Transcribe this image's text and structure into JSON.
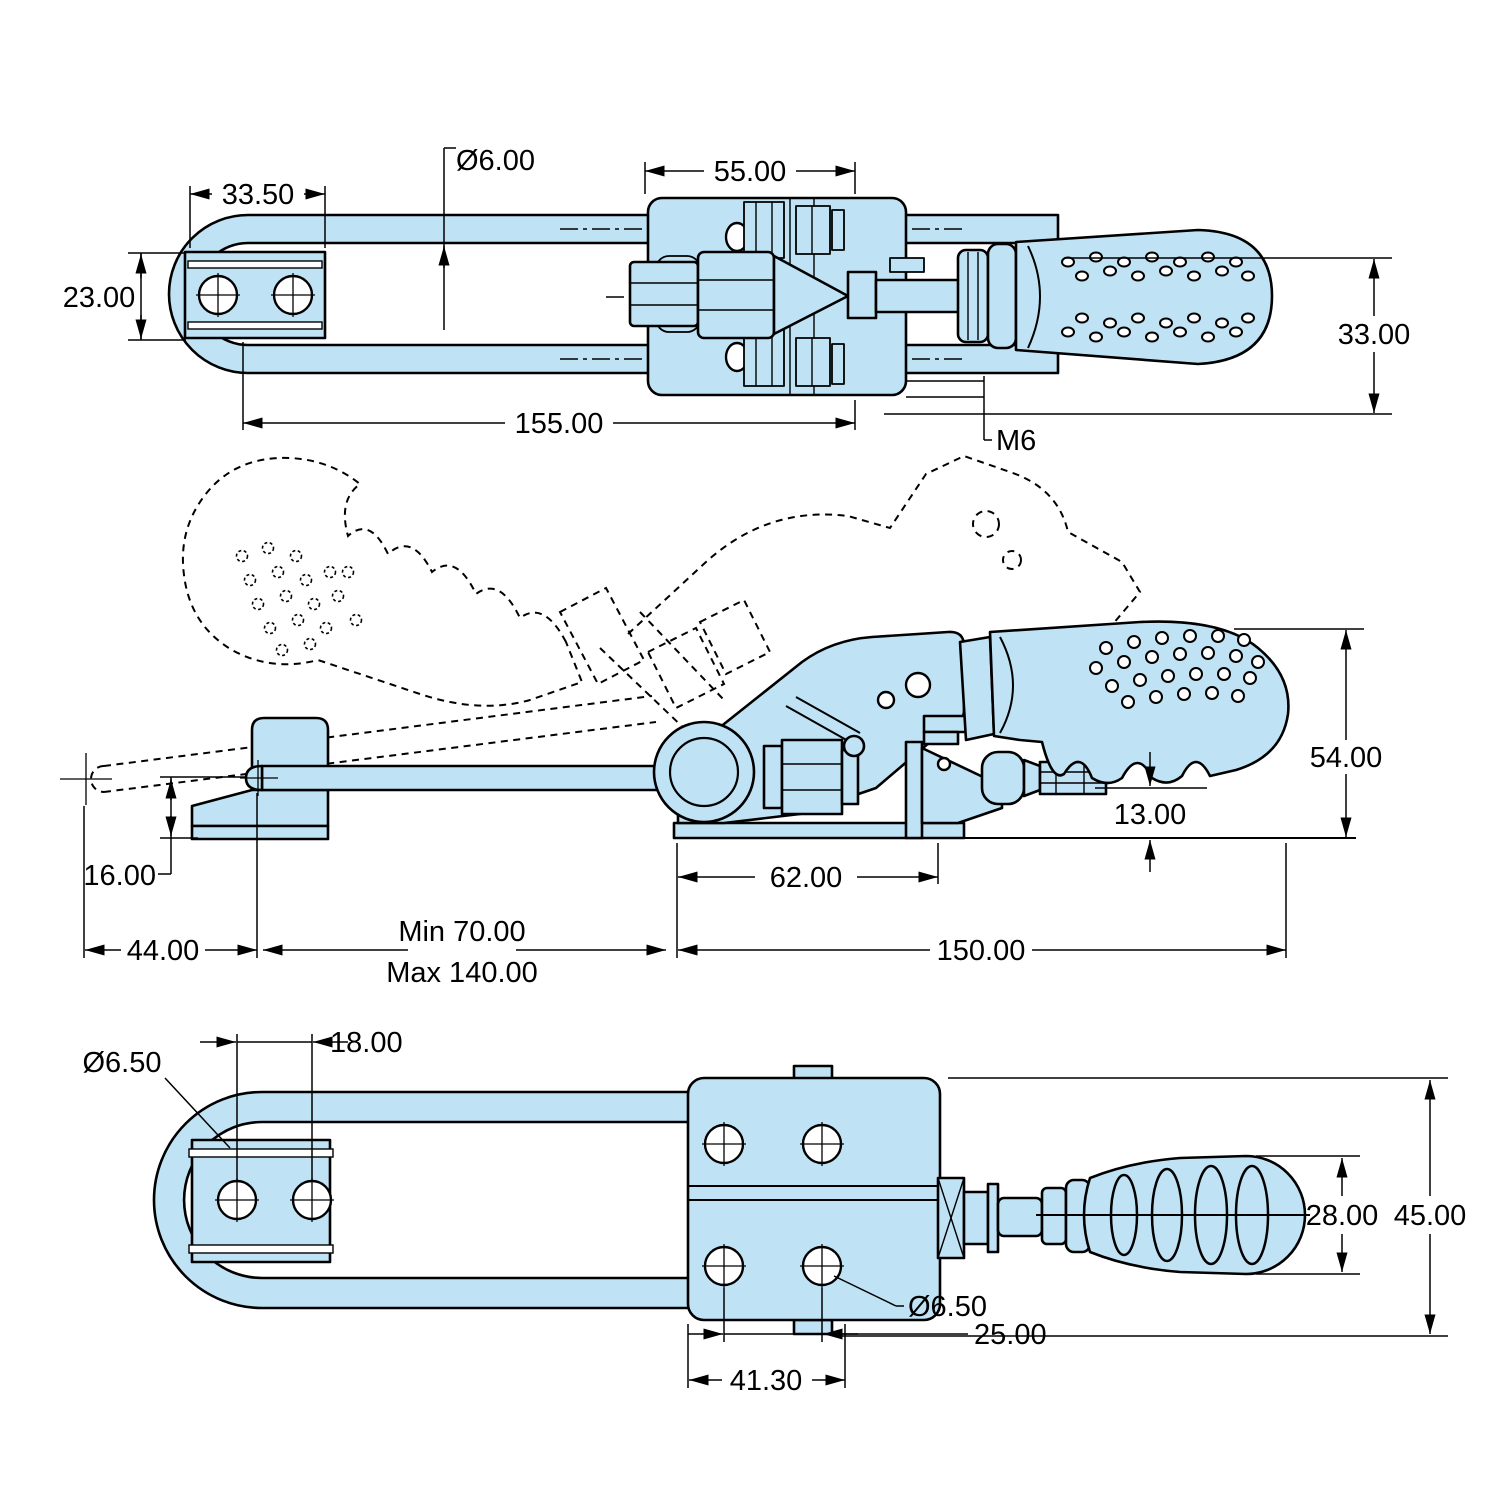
{
  "colors": {
    "part_fill": "#bfe3f5",
    "line": "#000000",
    "background": "#ffffff"
  },
  "views": {
    "top": {
      "dims": {
        "rod_diameter": "Ø6.00",
        "block_width": "55.00",
        "bracket_width": "33.50",
        "bracket_height": "23.00",
        "latch_length": "155.00",
        "handle_height": "33.00",
        "thread": "M6"
      }
    },
    "side": {
      "dims": {
        "catch_height": "16.00",
        "catch_offset": "44.00",
        "reach_min": "Min 70.00",
        "reach_max": "Max 140.00",
        "base_length": "62.00",
        "overall_length": "150.00",
        "overall_height": "54.00",
        "spindle_height": "13.00"
      }
    },
    "bottom": {
      "dims": {
        "bracket_hole_spacing": "18.00",
        "bracket_hole_diameter": "Ø6.50",
        "base_hole_diameter": "Ø6.50",
        "base_hole_spacing": "25.00",
        "base_hole_span": "41.30",
        "handle_width": "28.00",
        "overall_width": "45.00"
      }
    }
  }
}
